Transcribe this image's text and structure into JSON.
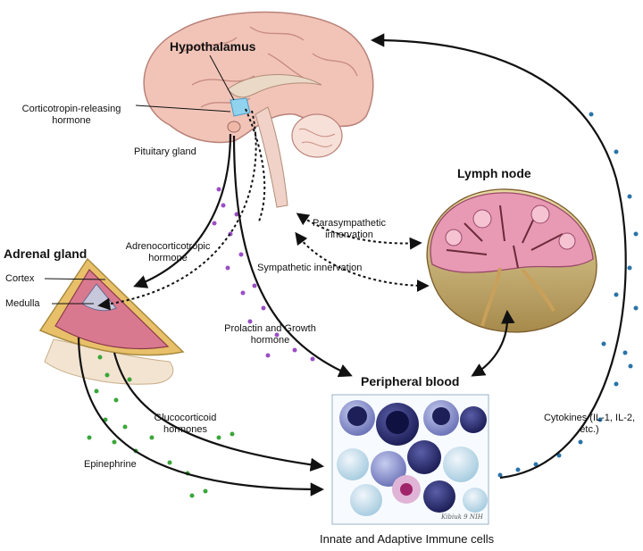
{
  "labels": {
    "hypothalamus": "Hypothalamus",
    "crh": "Corticotropin-releasing hormone",
    "pituitary": "Pituitary gland",
    "lymph_node": "Lymph node",
    "adrenal_gland": "Adrenal gland",
    "acth": "Adrenocorticotropic hormone",
    "parasympathetic": "Parasympathetic innervation",
    "sympathetic": "Sympathetic innervation",
    "cortex": "Cortex",
    "medulla": "Medulla",
    "prolactin": "Prolactin and Growth hormone",
    "peripheral_blood": "Peripheral blood",
    "glucocorticoid": "Glucocorticoid hormones",
    "cytokines": "Cytokines (IL-1, IL-2, etc.)",
    "epinephrine": "Epinephrine",
    "immune_cells": "Innate and Adaptive Immune cells",
    "signature": "Kibiuk 9 NIH"
  },
  "colors": {
    "brain": "#f2c4b8",
    "lymph": "#e89ab4",
    "adrenal": "#d9798f",
    "cortex_rim": "#e8c069",
    "arrow": "#111111",
    "acth_dots": "#9a4fc4",
    "glucocorticoid_dots": "#3aa63a",
    "cytokine_dots": "#2a73a8"
  }
}
